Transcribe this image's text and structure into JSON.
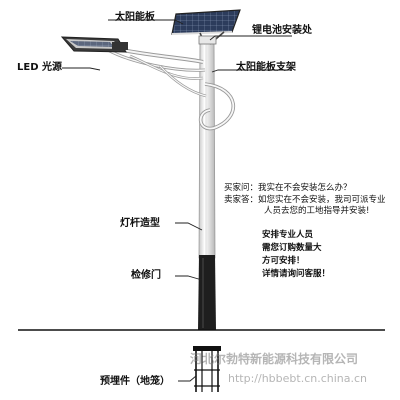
{
  "labels": {
    "solar_panel": "太阳能板",
    "battery_box": "锂电池安装处",
    "led_light": "LED 光源",
    "panel_bracket": "太阳能板支架",
    "pole_style": "灯杆造型",
    "service_door": "检修门",
    "embedded_part": "预埋件（地笼）"
  },
  "qa": {
    "buyer_q": "买家问：我实在不会安装怎么办？",
    "seller_a1": "卖家答：如您实在不会安装，我司可派专业",
    "seller_a2": "人员去您的工地指导并安装!"
  },
  "note": {
    "line1": "安排专业人员",
    "line2": "需您订购数量大",
    "line3": "方可安排！",
    "line4": "详情请询问客服！"
  },
  "watermark": {
    "company": "河北尔勃特新能源科技有限公司",
    "url": "http://hbbebt.cn.china.cn"
  },
  "colors": {
    "pole_light": "#f4f4f4",
    "pole_shadow": "#bdbdbd",
    "pole_base": "#1c1c1c",
    "panel": "#2b3a55",
    "outline": "#444444"
  }
}
